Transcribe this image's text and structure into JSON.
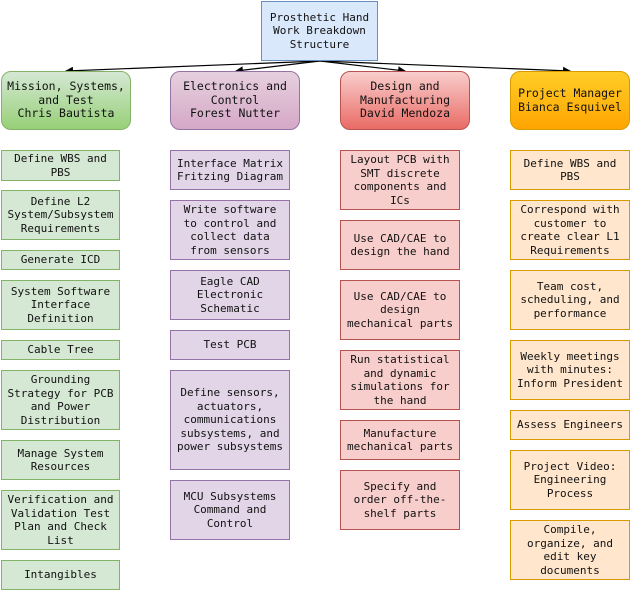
{
  "root": "Prosthetic Hand\nWork Breakdown\nStructure",
  "branches": [
    {
      "title": "Mission, Systems,\nand Test\nChris Bautista",
      "color": "#82b366",
      "tasks": [
        "Define WBS and\nPBS",
        "Define L2\nSystem/Subsystem\nRequirements",
        "Generate ICD",
        "System Software\nInterface\nDefinition",
        "Cable Tree",
        "Grounding\nStrategy for PCB\nand Power\nDistribution",
        "Manage System\nResources",
        "Verification and\nValidation Test\nPlan and Check\nList",
        "Intangibles"
      ]
    },
    {
      "title": "Electronics and\nControl\nForest Nutter",
      "color": "#9673a6",
      "tasks": [
        "Interface Matrix\nFritzing Diagram",
        "Write software\nto control and\ncollect data\nfrom sensors",
        "Eagle CAD\nElectronic\nSchematic",
        "Test PCB",
        "Define sensors,\nactuators,\ncommunications\nsubsystems, and\npower subsystems",
        "MCU Subsystems\nCommand and\nControl"
      ]
    },
    {
      "title": "Design and\nManufacturing\nDavid Mendoza",
      "color": "#b85450",
      "tasks": [
        "Layout PCB with\nSMT discrete\ncomponents and\nICs",
        "Use CAD/CAE to\ndesign the hand",
        "Use CAD/CAE to\ndesign\nmechanical parts",
        "Run statistical\nand dynamic\nsimulations for\nthe hand",
        "Manufacture\nmechanical parts",
        "Specify and\norder off-the-\nshelf parts"
      ]
    },
    {
      "title": "Project Manager\nBianca Esquivel",
      "color": "#d79b00",
      "tasks": [
        "Define WBS and\nPBS",
        "Correspond with\ncustomer to\ncreate clear L1\nRequirements",
        "Team cost,\nscheduling, and\nperformance",
        "Weekly meetings\nwith minutes:\nInform President",
        "Assess Engineers",
        "Project Video:\nEngineering\nProcess",
        "Compile,\norganize, and\nedit key\ndocuments"
      ]
    }
  ]
}
